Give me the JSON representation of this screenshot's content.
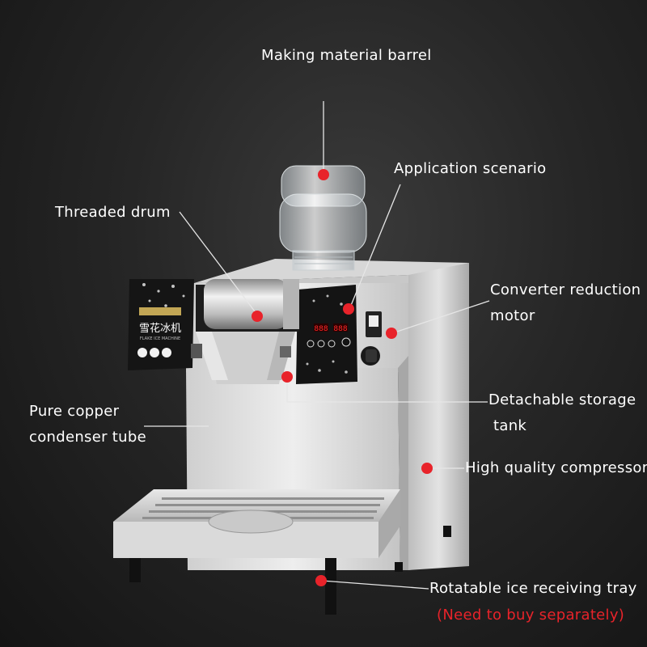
{
  "callouts": {
    "barrel": "Making material barrel",
    "scenario": "Application scenario",
    "drum": "Threaded drum",
    "motor_line1": "Converter reduction",
    "motor_line2": "motor",
    "condenser_line1": "Pure copper",
    "condenser_line2": "condenser tube",
    "tank_line1": "Detachable storage",
    "tank_line2": "tank",
    "compressor": "High quality compressor",
    "tray": "Rotatable ice receiving tray",
    "tray_note": "(Need to buy separately)"
  },
  "machine_panel": {
    "logo_text": "雪花冰机",
    "logo_sub": "FLAKE ICE MACHINE",
    "display_left": "888",
    "display_right": "888"
  },
  "colors": {
    "marker": "#e8232a",
    "note_text": "#e8232a",
    "leader_line": "#e6e6e6",
    "steel": "#d9d9d9"
  }
}
